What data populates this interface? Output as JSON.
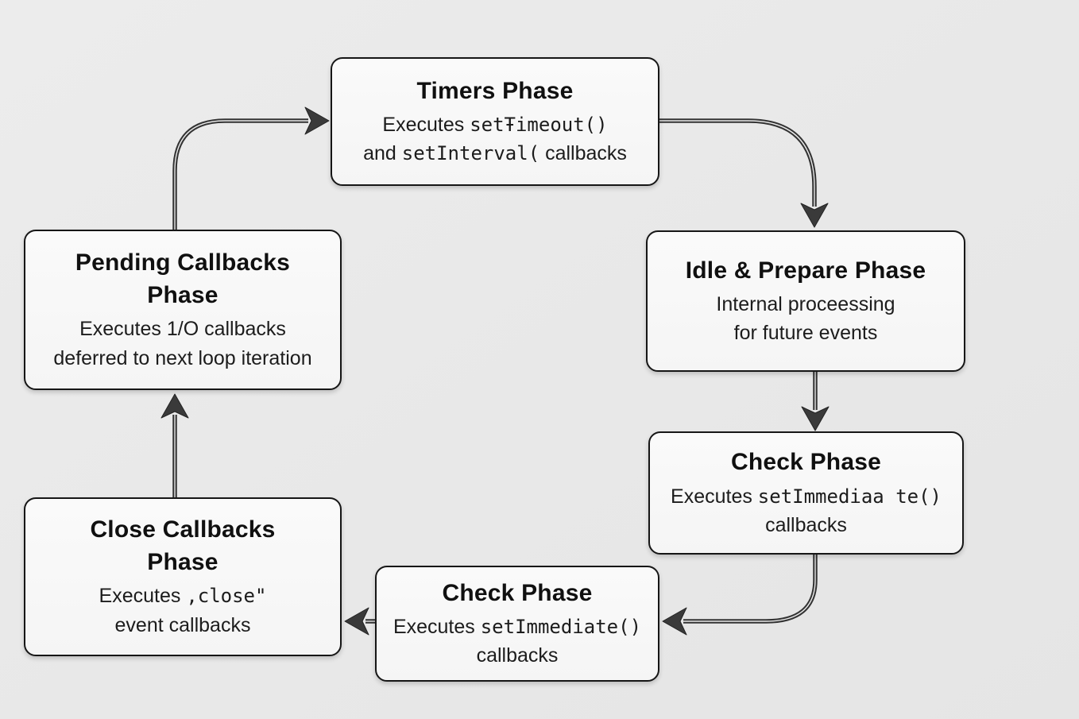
{
  "colors": {
    "background": "#e9e9e9",
    "node_fill": "#f8f8f8",
    "node_border": "#161616",
    "arrow": "#3a3a3a",
    "text": "#1c1c1c"
  },
  "nodes": [
    {
      "id": "timers",
      "title": "Timers Phase",
      "lines": [
        [
          {
            "text": "Executes ",
            "mono": false
          },
          {
            "text": "setŦimeout()",
            "mono": true
          }
        ],
        [
          {
            "text": "and ",
            "mono": false
          },
          {
            "text": "setInterval(",
            "mono": true
          },
          {
            "text": " callbacks",
            "mono": false
          }
        ]
      ]
    },
    {
      "id": "idle-prepare",
      "title": "Idle & Prepare Phase",
      "lines": [
        [
          {
            "text": "Internal proceessing",
            "mono": false
          }
        ],
        [
          {
            "text": "for future events",
            "mono": false
          }
        ]
      ]
    },
    {
      "id": "check-right",
      "title": "Check Phase",
      "lines": [
        [
          {
            "text": "Executes ",
            "mono": false
          },
          {
            "text": "setImmediaa te()",
            "mono": true
          }
        ],
        [
          {
            "text": "callbacks",
            "mono": false
          }
        ]
      ]
    },
    {
      "id": "check-bottom",
      "title": "Check Phase",
      "lines": [
        [
          {
            "text": "Executes ",
            "mono": false
          },
          {
            "text": "setImmediate()",
            "mono": true
          }
        ],
        [
          {
            "text": "callbacks",
            "mono": false
          }
        ]
      ]
    },
    {
      "id": "close-callbacks",
      "title": "Close Callbacks Phase",
      "lines": [
        [
          {
            "text": "Executes ",
            "mono": false
          },
          {
            "text": ",close\"",
            "mono": true
          }
        ],
        [
          {
            "text": "event callbacks",
            "mono": false
          }
        ]
      ]
    },
    {
      "id": "pending-callbacks",
      "title": "Pending Callbacks Phase",
      "lines": [
        [
          {
            "text": "Executes 1/O callbacks",
            "mono": false
          }
        ],
        [
          {
            "text": "deferred to next loop iteration",
            "mono": false
          }
        ]
      ]
    }
  ],
  "edges": [
    {
      "from": "pending-callbacks",
      "to": "timers"
    },
    {
      "from": "timers",
      "to": "idle-prepare"
    },
    {
      "from": "idle-prepare",
      "to": "check-right"
    },
    {
      "from": "check-right",
      "to": "check-bottom"
    },
    {
      "from": "check-bottom",
      "to": "close-callbacks"
    },
    {
      "from": "close-callbacks",
      "to": "pending-callbacks"
    }
  ]
}
